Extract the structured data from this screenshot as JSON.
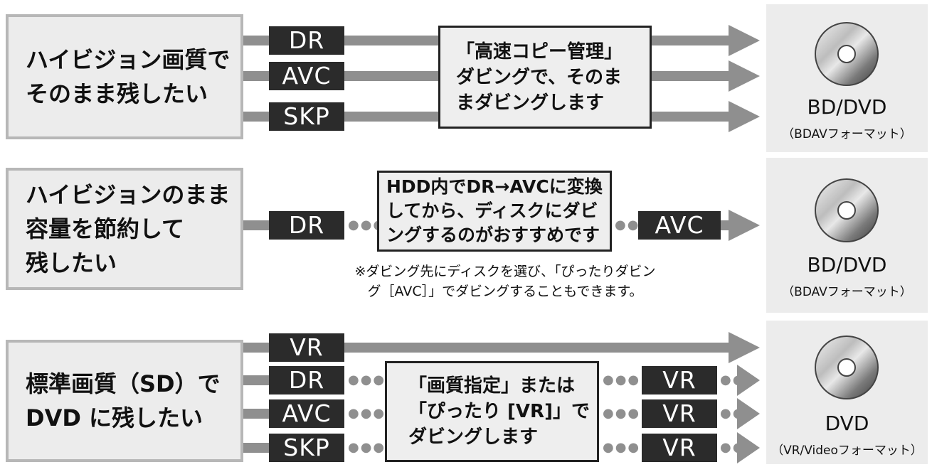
{
  "row1": {
    "goal_lines": [
      "ハイビジョン画質で",
      "そのまま残したい"
    ],
    "tags": [
      "DR",
      "AVC",
      "SKP"
    ],
    "note_lines": [
      "「高速コピー管理」",
      "ダビングで、そのま",
      "まダビングします"
    ],
    "dest_title": "BD/DVD",
    "dest_sub": "（BDAVフォーマット）"
  },
  "row2": {
    "goal_lines": [
      "ハイビジョンのまま",
      "容量を節約して",
      "残したい"
    ],
    "tag_in": "DR",
    "tag_out": "AVC",
    "note_lines": [
      "HDD内でDR→AVCに変換",
      "してから、ディスクにダビ",
      "ングするのがおすすめです"
    ],
    "footnote_lines": [
      "※ダビング先にディスクを選び、「ぴったりダビン",
      "グ［AVC］」でダビングすることもできます。"
    ],
    "dest_title": "BD/DVD",
    "dest_sub": "（BDAVフォーマット）"
  },
  "row3": {
    "goal_lines": [
      "標準画質（SD）で",
      "DVD に残したい"
    ],
    "tags": [
      "VR",
      "DR",
      "AVC",
      "SKP"
    ],
    "out_tags": [
      "VR",
      "VR",
      "VR"
    ],
    "note_lines": [
      "「画質指定」または",
      "「ぴったり [VR]」で",
      "ダビングします"
    ],
    "dest_title": "DVD",
    "dest_sub": "（VR/Videoフォーマット）"
  },
  "colors": {
    "tag_bg": "#2b2b2b",
    "line": "#8f8f8f",
    "box_bg": "#ececec"
  }
}
